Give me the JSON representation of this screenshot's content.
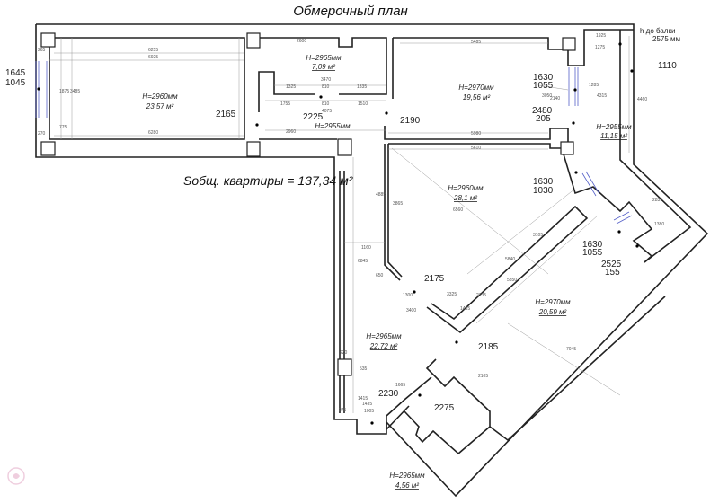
{
  "title": "Обмерочный план",
  "total_area": "Sобщ. квартиры = 137,34 м²",
  "rooms": [
    {
      "height": "H=2960мм",
      "area": "23,57 м²"
    },
    {
      "height": "H=2965мм",
      "area": "7,09 м²"
    },
    {
      "height": "H=2970мм",
      "area": "19,56 м²"
    },
    {
      "height": "H=2955мм",
      "area": "11,15 м²"
    },
    {
      "height": "H=2960мм",
      "area": "28,1 м²"
    },
    {
      "height": "H=2970мм",
      "area": "20,59 м²"
    },
    {
      "height": "H=2965мм",
      "area": "22,72 м²"
    },
    {
      "height": "H=2965мм",
      "area": "4,56 м²"
    }
  ],
  "corridor_height": "H=2955мм",
  "marks": {
    "w1a": "1645",
    "w1b": "1045",
    "m2165": "2165",
    "m2225": "2225",
    "m2190": "2190",
    "w2a": "1630",
    "w2b": "1055",
    "w3a": "2480",
    "w3b": "205",
    "beam_a": "h до балки",
    "beam_b": "2575 мм",
    "m1110": "1110",
    "w4a": "1630",
    "w4b": "1030",
    "w5a": "1630",
    "w5b": "1055",
    "w6a": "2525",
    "w6b": "155",
    "m2175": "2175",
    "m2185": "2185",
    "m2230": "2230",
    "m2275": "2275"
  },
  "dims": [
    "6255",
    "6925",
    "6280",
    "3485",
    "1875",
    "775",
    "265",
    "270",
    "2600",
    "3470",
    "1325",
    "810",
    "1335",
    "1755",
    "810",
    "1510",
    "4075",
    "2960",
    "5485",
    "5980",
    "5610",
    "1925",
    "1275",
    "4315",
    "4460",
    "1285",
    "3050",
    "2140",
    "4885",
    "3865",
    "6845",
    "1160",
    "6560",
    "3105",
    "5840",
    "5850",
    "2735",
    "3325",
    "1435",
    "2830",
    "1380",
    "7045",
    "2105",
    "1415",
    "1435",
    "1005",
    "535",
    "220",
    "275",
    "1665",
    "650",
    "1300",
    "3400"
  ]
}
